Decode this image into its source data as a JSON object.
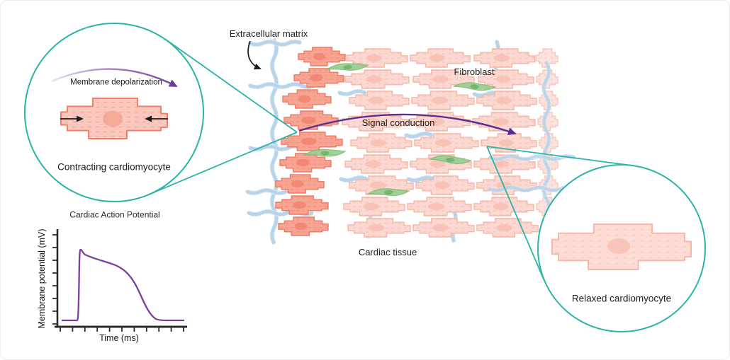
{
  "labels": {
    "extracellular_matrix": "Extracellular matrix",
    "fibroblast": "Fibroblast",
    "signal_conduction": "Signal conduction",
    "cardiac_tissue": "Cardiac tissue",
    "membrane_depolarization": "Membrane depolarization",
    "contracting_cardiomyocyte": "Contracting cardiomyocyte",
    "relaxed_cardiomyocyte": "Relaxed cardiomyocyte"
  },
  "chart": {
    "title": "Cardiac Action Potential",
    "ylabel": "Membrane potential (mV)",
    "xlabel": "Time (ms)"
  },
  "chart_data": {
    "type": "line",
    "title": "Cardiac Action Potential",
    "xlabel": "Time (ms)",
    "ylabel": "Membrane potential (mV)",
    "series": [
      {
        "name": "membrane potential",
        "x": [
          0,
          25,
          27,
          32,
          45,
          80,
          120,
          150,
          175,
          200,
          220,
          240,
          300
        ],
        "y": [
          -90,
          -90,
          35,
          25,
          20,
          15,
          8,
          0,
          -25,
          -60,
          -82,
          -89,
          -90
        ]
      }
    ],
    "x_tick_count": 11,
    "y_tick_count": 8,
    "numeric_tick_labels_shown": false,
    "grid": false,
    "legend": "none",
    "line_color": "#7b3fa0"
  },
  "colors": {
    "teal": "#2bb3a6",
    "purple_dark": "#5b2d8e",
    "purple_curve": "#7b3fa0",
    "purple_grad_start": "#ece4f4",
    "purple_grad_end": "#6d3a9e",
    "ink": "#1b1b1b",
    "axis": "#2b2b2b",
    "cell_dark_fill": "#f7a492",
    "cell_dark_stroke": "#ee7a63",
    "cell_dark_nucleus": "#ef8671",
    "cell_dark_stria": "#e9765e",
    "cell_light_fill": "#fbd9d2",
    "cell_light_stroke": "#f6b6a8",
    "cell_light_nucleus": "#f7c0b3",
    "cell_light_stria": "#f4ab9b",
    "zoom_cell_fill": "#f9c7bb",
    "zoom_cell_stroke": "#f0806d",
    "zoom_cell_nucleus": "#f4a795",
    "relaxed_fill": "#fcdcd4",
    "relaxed_stroke": "#f8b7aa",
    "relaxed_nucleus": "#f8c2b5",
    "fibro_fill": "#9ccd90",
    "fibro_stroke": "#77bb6d",
    "fibro_nucleus": "#6fb368",
    "ecm": "#b3d0e8",
    "ecm_light": "#e1edf7"
  }
}
